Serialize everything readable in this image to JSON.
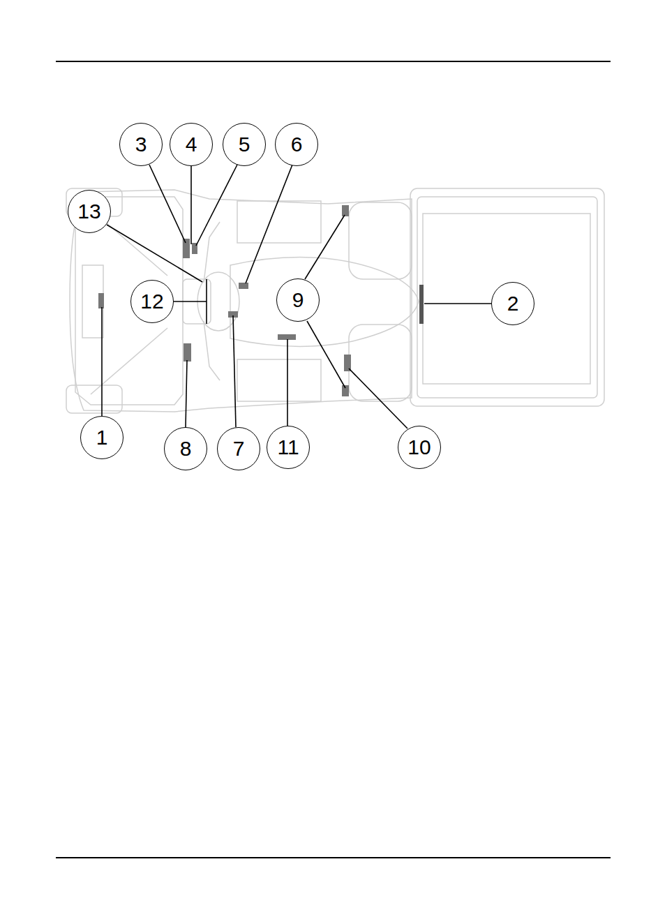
{
  "diagram": {
    "nodes": [
      {
        "text": [
          "3"
        ]
      },
      {
        "text": [
          "4"
        ]
      },
      {
        "text": [
          "5"
        ]
      },
      {
        "text": [
          "6"
        ]
      },
      {
        "text": [
          "13"
        ]
      },
      {
        "text": [
          "12"
        ]
      },
      {
        "text": [
          "9"
        ]
      },
      {
        "text": [
          "2"
        ]
      },
      {
        "text": [
          "1"
        ]
      },
      {
        "text": [
          "8"
        ]
      },
      {
        "text": [
          "7"
        ]
      },
      {
        "text": [
          "11"
        ]
      },
      {
        "text": [
          "10"
        ]
      }
    ]
  }
}
